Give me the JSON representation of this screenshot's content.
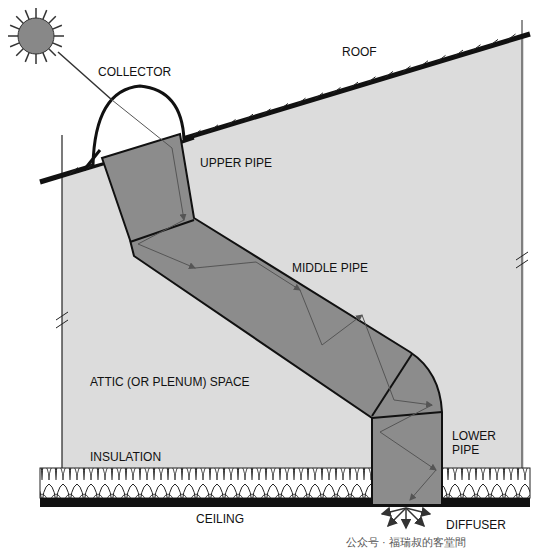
{
  "diagram": {
    "labels": [
      "COLLECTOR",
      "ROOF",
      "UPPER PIPE",
      "MIDDLE PIPE",
      "ATTIC (OR PLENUM) SPACE",
      "INSULATION",
      "LOWER PIPE",
      "CEILING",
      "DIFFUSER",
      "公众号 · 福瑞叔的客堂間"
    ]
  }
}
